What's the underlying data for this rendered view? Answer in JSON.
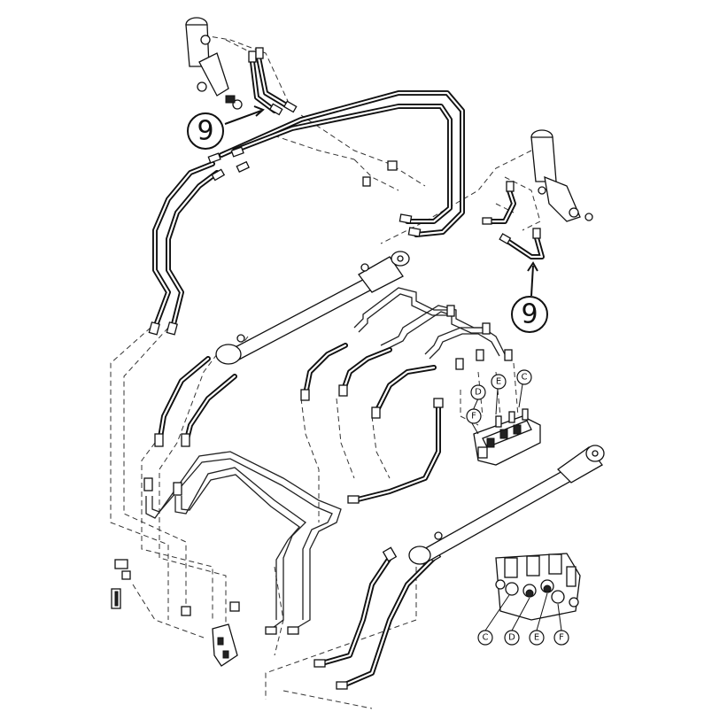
{
  "callouts": {
    "top_left": "9",
    "right": "9"
  },
  "valve_labels": {
    "upper_d": "D",
    "upper_e": "E",
    "upper_c": "C",
    "upper_f": "F"
  },
  "inset_labels": {
    "c": "C",
    "d": "D",
    "e": "E",
    "f": "F"
  }
}
